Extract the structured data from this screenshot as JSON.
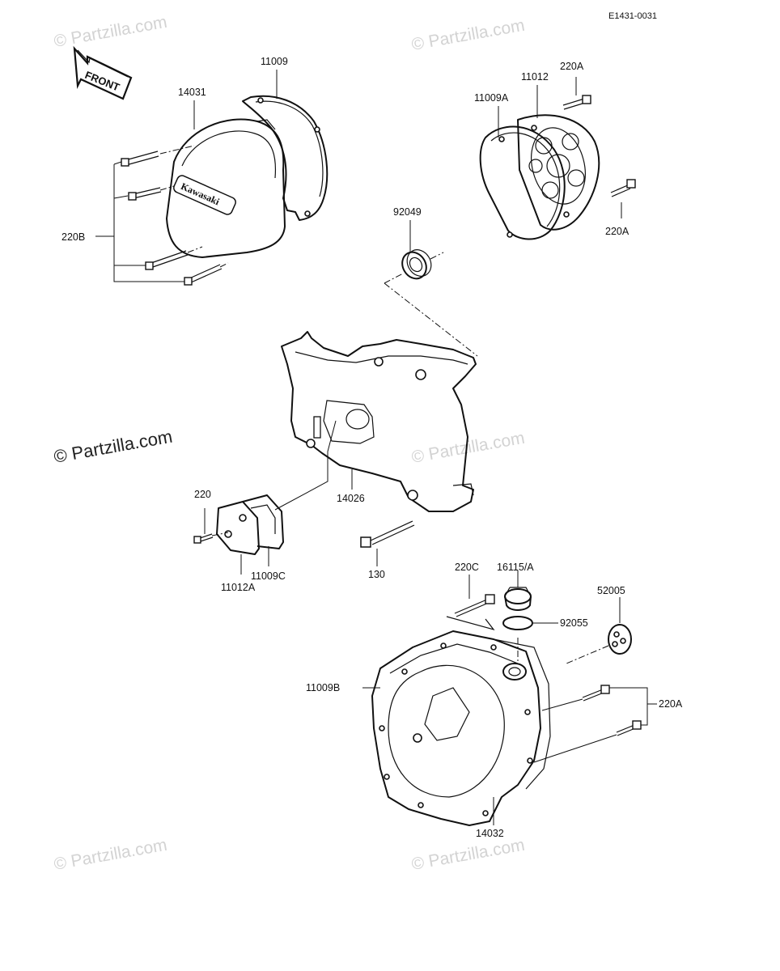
{
  "diagram": {
    "code": "E1431-0031",
    "front_label": "FRONT",
    "brand_text": "Kawasaki",
    "watermark": "© Partzilla.com",
    "labels": {
      "p11009": "11009",
      "p14031": "14031",
      "p220B": "220B",
      "p11012": "11012",
      "p220A_top": "220A",
      "p11009A": "11009A",
      "p220A_right": "220A",
      "p92049": "92049",
      "p14026": "14026",
      "p220": "220",
      "p11009C": "11009C",
      "p11012A": "11012A",
      "p130": "130",
      "p220C": "220C",
      "p16115A": "16115/A",
      "p92055": "92055",
      "p52005": "52005",
      "p11009B": "11009B",
      "p220A_bottom": "220A",
      "p14032": "14032"
    }
  }
}
